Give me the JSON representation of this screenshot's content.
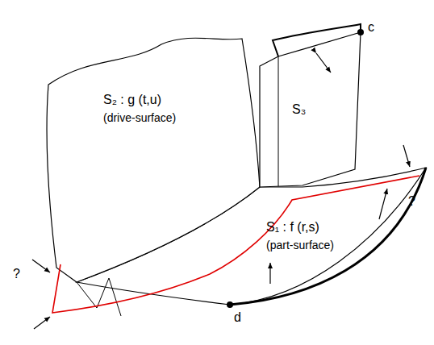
{
  "diagram": {
    "labels": [
      "S₂ : g (t,u)",
      "(drive-surface)",
      "S₃",
      "c",
      "S₁ : f (r,s)",
      "(part-surface)",
      "d",
      "?",
      "?"
    ]
  }
}
